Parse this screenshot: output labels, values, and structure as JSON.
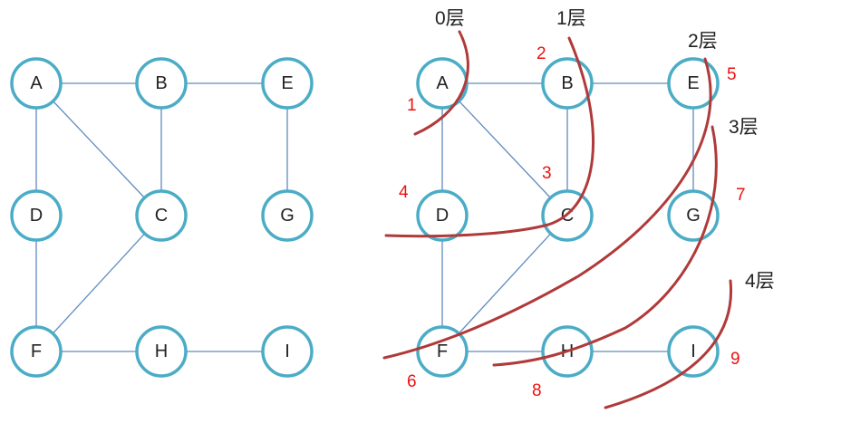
{
  "graph": {
    "nodes": [
      "A",
      "B",
      "E",
      "D",
      "C",
      "G",
      "F",
      "H",
      "I"
    ],
    "edges": [
      [
        "A",
        "B"
      ],
      [
        "B",
        "E"
      ],
      [
        "A",
        "D"
      ],
      [
        "A",
        "C"
      ],
      [
        "B",
        "C"
      ],
      [
        "E",
        "G"
      ],
      [
        "D",
        "F"
      ],
      [
        "C",
        "F"
      ],
      [
        "F",
        "H"
      ],
      [
        "H",
        "I"
      ]
    ]
  },
  "layers": [
    "0层",
    "1层",
    "2层",
    "3层",
    "4层"
  ],
  "visit_order": [
    {
      "node": "A",
      "order": "1"
    },
    {
      "node": "B",
      "order": "2"
    },
    {
      "node": "C",
      "order": "3"
    },
    {
      "node": "D",
      "order": "4"
    },
    {
      "node": "E",
      "order": "5"
    },
    {
      "node": "F",
      "order": "6"
    },
    {
      "node": "G",
      "order": "7"
    },
    {
      "node": "H",
      "order": "8"
    },
    {
      "node": "I",
      "order": "9"
    }
  ],
  "colors": {
    "node_stroke": "#4bacc6",
    "edge": "#5f8cbd",
    "layer_curve": "#b03a3a",
    "order_number": "#ee1111"
  }
}
